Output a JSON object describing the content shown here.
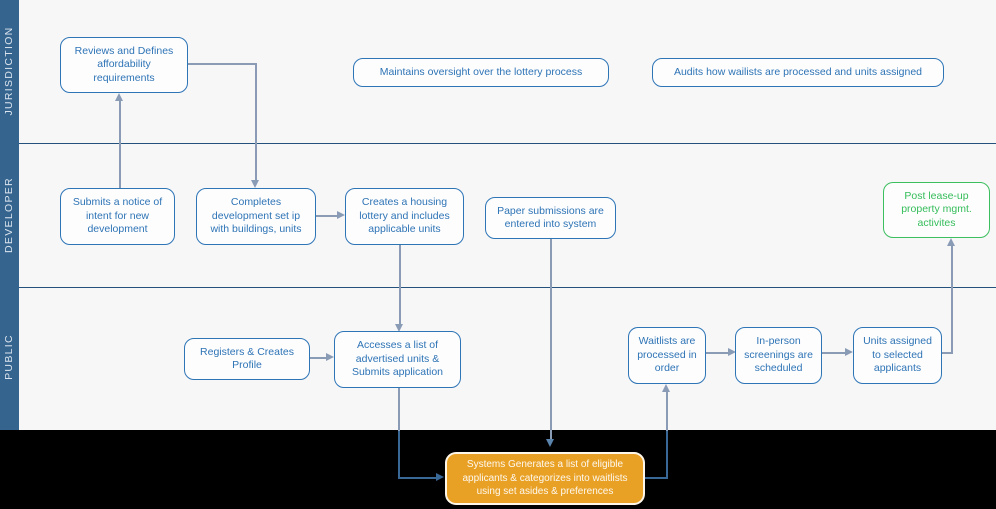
{
  "diagram": {
    "lanes": [
      {
        "label": "JURISDICTION"
      },
      {
        "label": "DEVELOPER"
      },
      {
        "label": "PUBLIC"
      }
    ],
    "nodes": {
      "reviews": "Reviews and Defines affordability requirements",
      "oversight": "Maintains oversight over the lottery process",
      "audits": "Audits how wailists are processed and units assigned",
      "notice": "Submits a notice of intent for new development",
      "setup": "Completes development set ip with buildings, units",
      "lottery": "Creates a housing lottery and includes applicable units",
      "paper": "Paper submissions are entered into system",
      "post_lease": "Post lease-up property mgmt. activites",
      "registers": "Registers & Creates Profile",
      "accesses": "Accesses a list of advertised units & Submits application",
      "waitlists": "Waitlists are processed in order",
      "screenings": "In-person screenings are scheduled",
      "units": "Units assigned to selected applicants",
      "system": "Systems Generates a list of eligible applicants & categorizes into waitlists using set asides & preferences"
    },
    "colors": {
      "process_blue": "#2e75b6",
      "success_green": "#3cbf5e",
      "system_orange": "#e9a125",
      "lane_strip_blue": "#35658f",
      "connector_light": "#8a9bb6",
      "connector_dark": "#3a6896",
      "footer_black": "#000000"
    }
  }
}
